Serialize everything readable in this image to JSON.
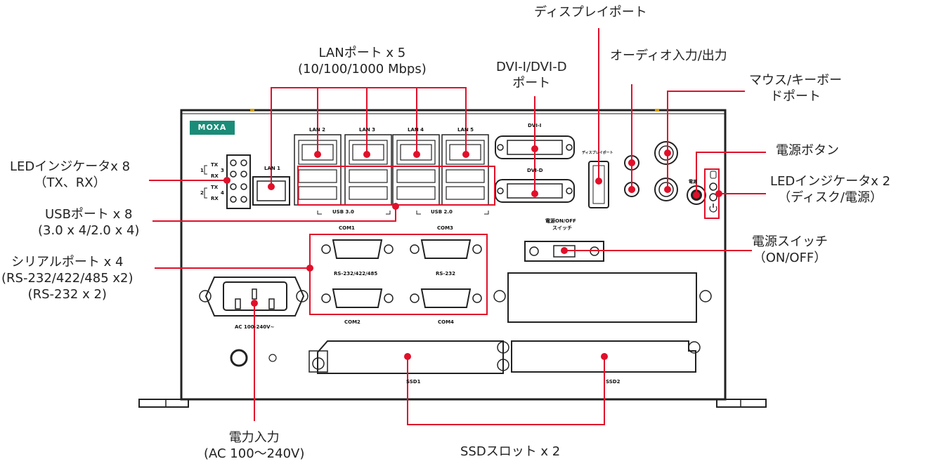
{
  "brand": {
    "logo": "MOXA"
  },
  "callouts": {
    "displayport": [
      "ディスプレイポート"
    ],
    "lan": [
      "LANポート x 5",
      "(10/100/1000 Mbps)"
    ],
    "dvi": [
      "DVI-I/DVI-D",
      "ポート"
    ],
    "audio": [
      "オーディオ入力/出力"
    ],
    "mouse_kb": [
      "マウス/キーボー",
      "ドポート"
    ],
    "power_button": [
      "電源ボタン"
    ],
    "led_disk_power": [
      "LEDインジケータx 2",
      "（ディスク/電源）"
    ],
    "led_txrx": [
      "LEDインジケータx 8",
      "（TX、RX）"
    ],
    "usb": [
      "USBポート x 8",
      "(3.0 x 4/2.0 x 4)"
    ],
    "serial": [
      "シリアルポート x 4",
      "(RS-232/422/485 x2)",
      "(RS-232 x 2)"
    ],
    "power_switch": [
      "電源スイッチ",
      "（ON/OFF）"
    ],
    "power_input": [
      "電力入力",
      "(AC 100～240V)"
    ],
    "ssd": [
      "SSDスロット x 2"
    ]
  },
  "device_labels": {
    "lan1": "LAN 1",
    "lan2": "LAN 2",
    "lan3": "LAN 3",
    "lan4": "LAN 4",
    "lan5": "LAN 5",
    "usb30": "USB 3.0",
    "usb20": "USB 2.0",
    "dvi_i": "DVI-I",
    "dvi_d": "DVI-D",
    "displayport": "ディスプレイポート",
    "com1": "COM1",
    "com2": "COM2",
    "com3": "COM3",
    "com4": "COM4",
    "rs232_422_485": "RS-232/422/485",
    "rs232": "RS-232",
    "power_switch": "電源ON/OFF",
    "switch": "スイッチ",
    "ac_input": "AC 100-240V~",
    "ssd1": "SSD1",
    "ssd2": "SSD2",
    "power_btn": "電源",
    "tx": "TX",
    "rx": "RX",
    "n1": "1",
    "n2": "2",
    "n3": "3",
    "n4": "4"
  },
  "colors": {
    "callout_line": "#e0102a",
    "chassis": "#ffffff",
    "outline": "#222222",
    "accent": "#1a8c78"
  }
}
